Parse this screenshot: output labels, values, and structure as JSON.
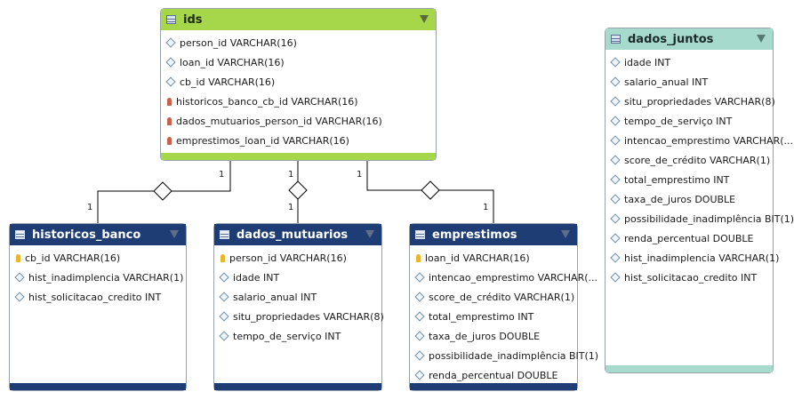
{
  "tables": {
    "ids": {
      "name": "ids",
      "columns": [
        {
          "text": "person_id VARCHAR(16)",
          "icon": "column-diamond-icon"
        },
        {
          "text": "loan_id VARCHAR(16)",
          "icon": "column-diamond-icon"
        },
        {
          "text": "cb_id VARCHAR(16)",
          "icon": "column-diamond-icon"
        },
        {
          "text": "historicos_banco_cb_id VARCHAR(16)",
          "icon": "foreign-key-icon"
        },
        {
          "text": "dados_mutuarios_person_id VARCHAR(16)",
          "icon": "foreign-key-icon"
        },
        {
          "text": "emprestimos_loan_id VARCHAR(16)",
          "icon": "foreign-key-icon"
        }
      ]
    },
    "historicos_banco": {
      "name": "historicos_banco",
      "columns": [
        {
          "text": "cb_id VARCHAR(16)",
          "icon": "primary-key-icon"
        },
        {
          "text": "hist_inadimplencia VARCHAR(1)",
          "icon": "column-diamond-icon"
        },
        {
          "text": "hist_solicitacao_credito INT",
          "icon": "column-diamond-icon"
        }
      ]
    },
    "dados_mutuarios": {
      "name": "dados_mutuarios",
      "columns": [
        {
          "text": "person_id VARCHAR(16)",
          "icon": "primary-key-icon"
        },
        {
          "text": "idade INT",
          "icon": "column-diamond-icon"
        },
        {
          "text": "salario_anual INT",
          "icon": "column-diamond-icon"
        },
        {
          "text": "situ_propriedades VARCHAR(8)",
          "icon": "column-diamond-icon"
        },
        {
          "text": "tempo_de_serviço INT",
          "icon": "column-diamond-icon"
        }
      ]
    },
    "emprestimos": {
      "name": "emprestimos",
      "columns": [
        {
          "text": "loan_id VARCHAR(16)",
          "icon": "primary-key-icon"
        },
        {
          "text": "intencao_emprestimo VARCHAR(...",
          "icon": "column-diamond-icon"
        },
        {
          "text": "score_de_crédito VARCHAR(1)",
          "icon": "column-diamond-icon"
        },
        {
          "text": "total_emprestimo INT",
          "icon": "column-diamond-icon"
        },
        {
          "text": "taxa_de_juros DOUBLE",
          "icon": "column-diamond-icon"
        },
        {
          "text": "possibilidade_inadimplência BIT(1)",
          "icon": "column-diamond-icon"
        },
        {
          "text": "renda_percentual DOUBLE",
          "icon": "column-diamond-icon"
        }
      ]
    },
    "dados_juntos": {
      "name": "dados_juntos",
      "columns": [
        {
          "text": "idade INT",
          "icon": "column-diamond-icon"
        },
        {
          "text": "salario_anual INT",
          "icon": "column-diamond-icon"
        },
        {
          "text": "situ_propriedades VARCHAR(8)",
          "icon": "column-diamond-icon"
        },
        {
          "text": "tempo_de_serviço INT",
          "icon": "column-diamond-icon"
        },
        {
          "text": "intencao_emprestimo VARCHAR(...",
          "icon": "column-diamond-icon"
        },
        {
          "text": "score_de_crédito VARCHAR(1)",
          "icon": "column-diamond-icon"
        },
        {
          "text": "total_emprestimo INT",
          "icon": "column-diamond-icon"
        },
        {
          "text": "taxa_de_juros DOUBLE",
          "icon": "column-diamond-icon"
        },
        {
          "text": "possibilidade_inadimplência BIT(1)",
          "icon": "column-diamond-icon"
        },
        {
          "text": "renda_percentual DOUBLE",
          "icon": "column-diamond-icon"
        },
        {
          "text": "hist_inadimplencia VARCHAR(1)",
          "icon": "column-diamond-icon"
        },
        {
          "text": "hist_solicitacao_credito INT",
          "icon": "column-diamond-icon"
        }
      ]
    }
  },
  "relationships": {
    "to_historicos_banco": {
      "ids_end": "1",
      "child_end": "1"
    },
    "to_dados_mutuarios": {
      "ids_end": "1",
      "child_end": "1"
    },
    "to_emprestimos": {
      "ids_end": "1",
      "child_end": "1"
    }
  },
  "colors": {
    "ids_header": "#a6d64a",
    "child_header": "#1d3d74",
    "standalone_header": "#a6dacd",
    "connector": "#000000"
  }
}
